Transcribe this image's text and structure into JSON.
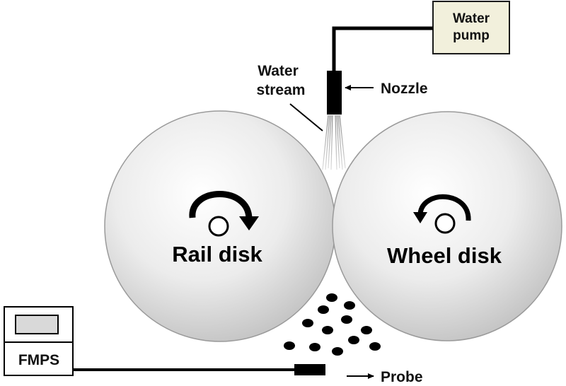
{
  "labels": {
    "water_pump_line1": "Water",
    "water_pump_line2": "pump",
    "water_stream_line1": "Water",
    "water_stream_line2": "stream",
    "nozzle": "Nozzle",
    "rail_disk": "Rail disk",
    "wheel_disk": "Wheel disk",
    "fmps": "FMPS",
    "probe": "Probe"
  },
  "colors": {
    "pump_fill": "#f2f0dc",
    "disk_center": "#ffffff",
    "disk_edge": "#c2c2c2",
    "ink": "#000000"
  },
  "icons": {
    "rail_rotation": "clockwise-arrow-icon",
    "wheel_rotation": "counterclockwise-arrow-icon",
    "particles": "particle-dot-icon"
  }
}
